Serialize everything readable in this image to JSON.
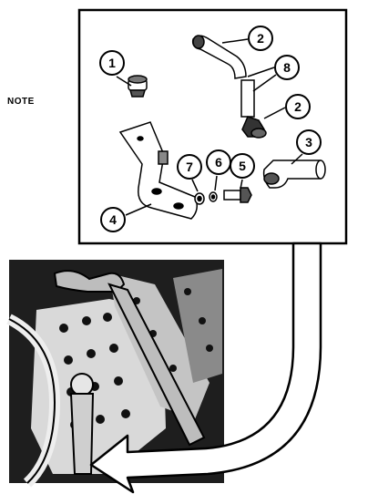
{
  "note": {
    "label": "NOTE"
  },
  "callouts": [
    {
      "id": "1"
    },
    {
      "id": "2"
    },
    {
      "id": "8"
    },
    {
      "id": "2"
    },
    {
      "id": "3"
    },
    {
      "id": "7"
    },
    {
      "id": "6"
    },
    {
      "id": "5"
    },
    {
      "id": "4"
    }
  ],
  "colors": {
    "ink": "#000000",
    "paper": "#ffffff",
    "shadow": "#2a2a2a"
  }
}
